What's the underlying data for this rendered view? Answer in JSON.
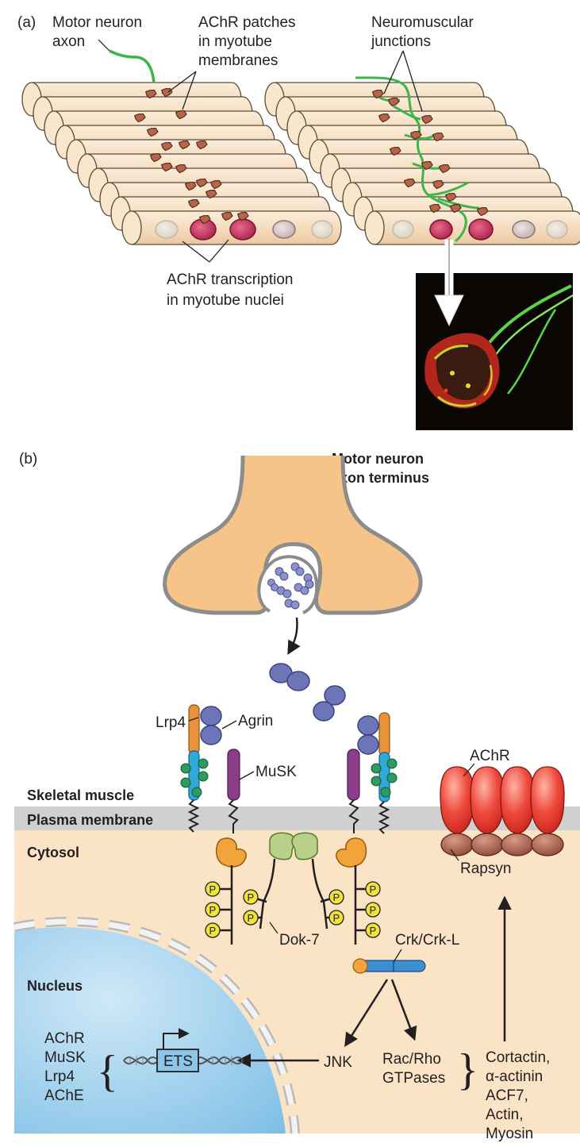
{
  "panel_a": {
    "tag": "(a)",
    "motor_neuron_axon": [
      "Motor neuron",
      "axon"
    ],
    "achr_patches": [
      "AChR patches",
      "in myotube",
      "membranes"
    ],
    "nmj": [
      "Neuromuscular",
      "junctions"
    ],
    "achr_transcription": [
      "AChR transcription",
      "in myotube nuclei"
    ]
  },
  "panel_b": {
    "tag": "(b)",
    "axon_terminus": [
      "Motor neuron",
      "axon terminus"
    ],
    "lrp4": "Lrp4",
    "agrin": "Agrin",
    "musk": "MuSK",
    "achr": "AChR",
    "skeletal_muscle": "Skeletal muscle",
    "plasma_membrane": "Plasma membrane",
    "cytosol": "Cytosol",
    "rapsyn": "Rapsyn",
    "dok7": "Dok-7",
    "phospho": "P",
    "crk": "Crk/Crk-L",
    "nucleus": "Nucleus",
    "jnk": "JNK",
    "rac_rho": [
      "Rac/Rho",
      "GTPases"
    ],
    "ets": "ETS",
    "genes": [
      "AChR",
      "MuSK",
      "Lrp4",
      "AChE"
    ],
    "effectors": [
      "Cortactin,",
      "α-actinin",
      "ACF7,",
      "Actin,",
      "Myosin"
    ]
  },
  "colors": {
    "myotube": "#f7dfc2",
    "axon": "#3db54a",
    "achr_patch": "#b5654a",
    "nucleus_red": "#c0305a",
    "cytosol": "#fbe3c3",
    "membrane": "#d6d6d6",
    "terminus": "#f6c184",
    "agrin": "#6c75b8",
    "lrp4": "#e8923a",
    "musk": "#8b3d8a",
    "phospho": "#f2e33a",
    "achr_red": "#e0352f",
    "rapsyn": "#9c5a4a",
    "nucleus_blue": "#8cc6e8"
  }
}
